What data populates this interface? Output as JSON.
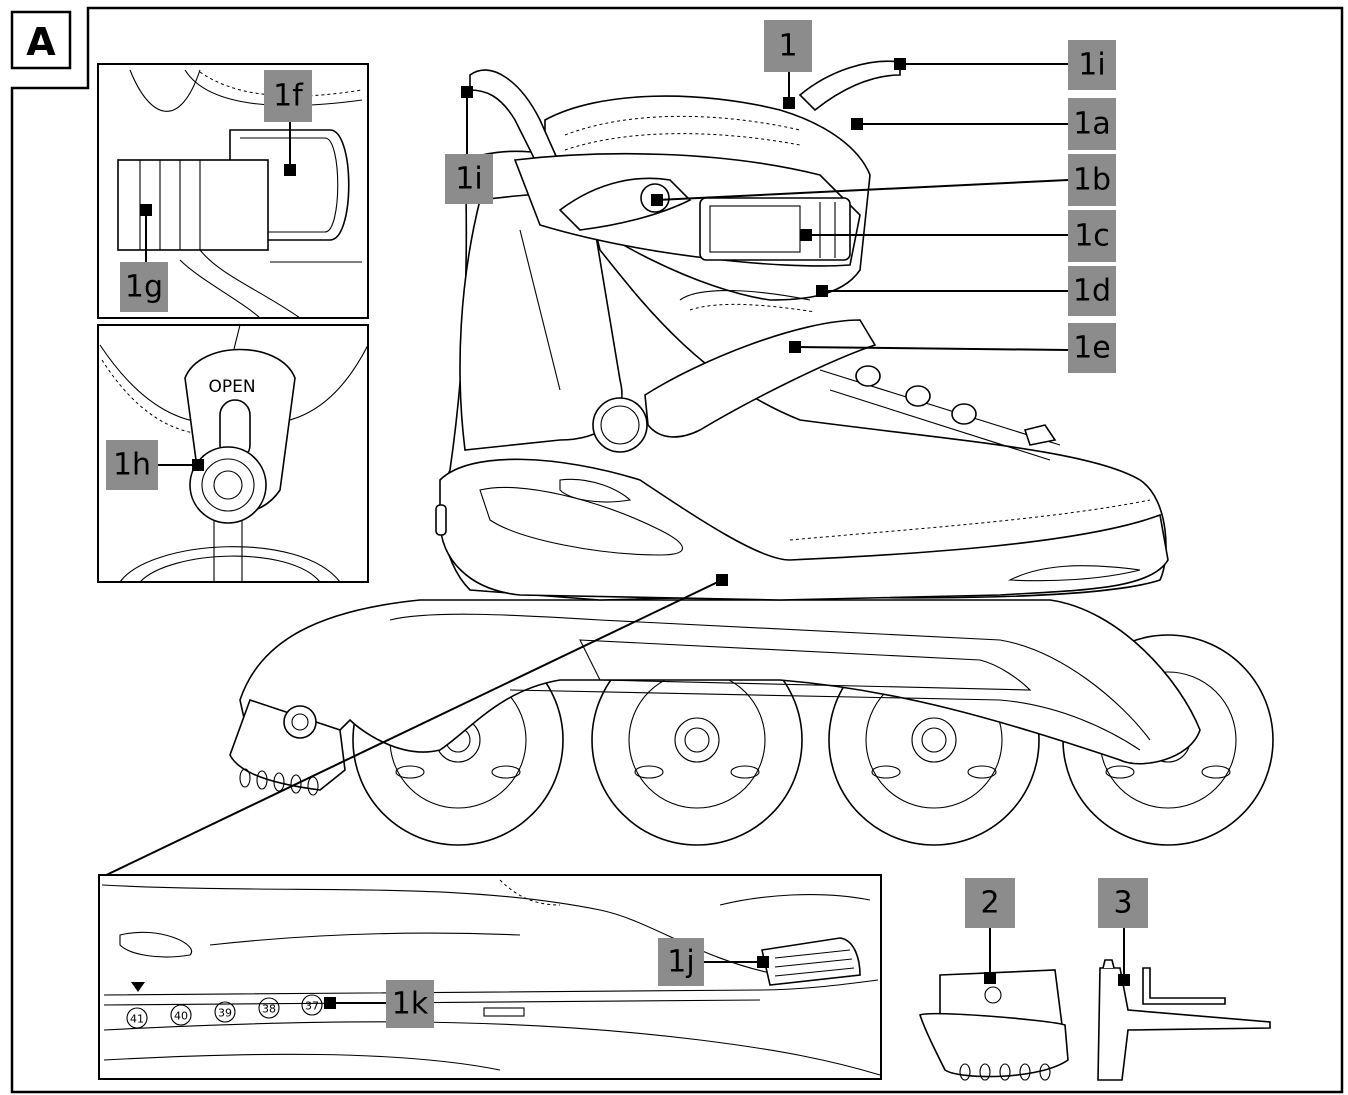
{
  "figure": {
    "letter": "A",
    "open_text": "OPEN",
    "sizes": [
      "41",
      "40",
      "39",
      "38",
      "37"
    ],
    "labels": {
      "l1": "1",
      "l1a": "1a",
      "l1b": "1b",
      "l1c": "1c",
      "l1d": "1d",
      "l1e": "1e",
      "l1f": "1f",
      "l1g": "1g",
      "l1h": "1h",
      "l1i_left": "1i",
      "l1i_right": "1i",
      "l1j": "1j",
      "l1k": "1k",
      "l2": "2",
      "l3": "3"
    }
  }
}
